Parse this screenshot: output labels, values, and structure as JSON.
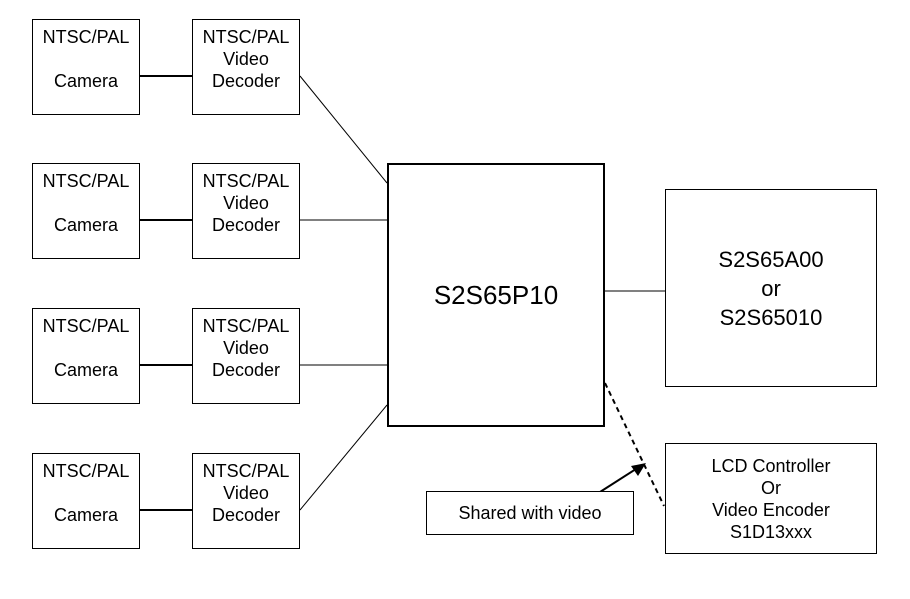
{
  "camera": {
    "line1": "NTSC/PAL",
    "line2": "Camera"
  },
  "decoder": {
    "line1": "NTSC/PAL",
    "line2": "Video",
    "line3": "Decoder"
  },
  "processor": {
    "label": "S2S65P10"
  },
  "display_controller": {
    "line1": "S2S65A00",
    "line2": "or",
    "line3": "S2S65010"
  },
  "lcd_controller": {
    "line1": "LCD Controller",
    "line2": "Or",
    "line3": "Video Encoder",
    "line4": "S1D13xxx"
  },
  "note": {
    "label": "Shared with video"
  },
  "channels": 4
}
